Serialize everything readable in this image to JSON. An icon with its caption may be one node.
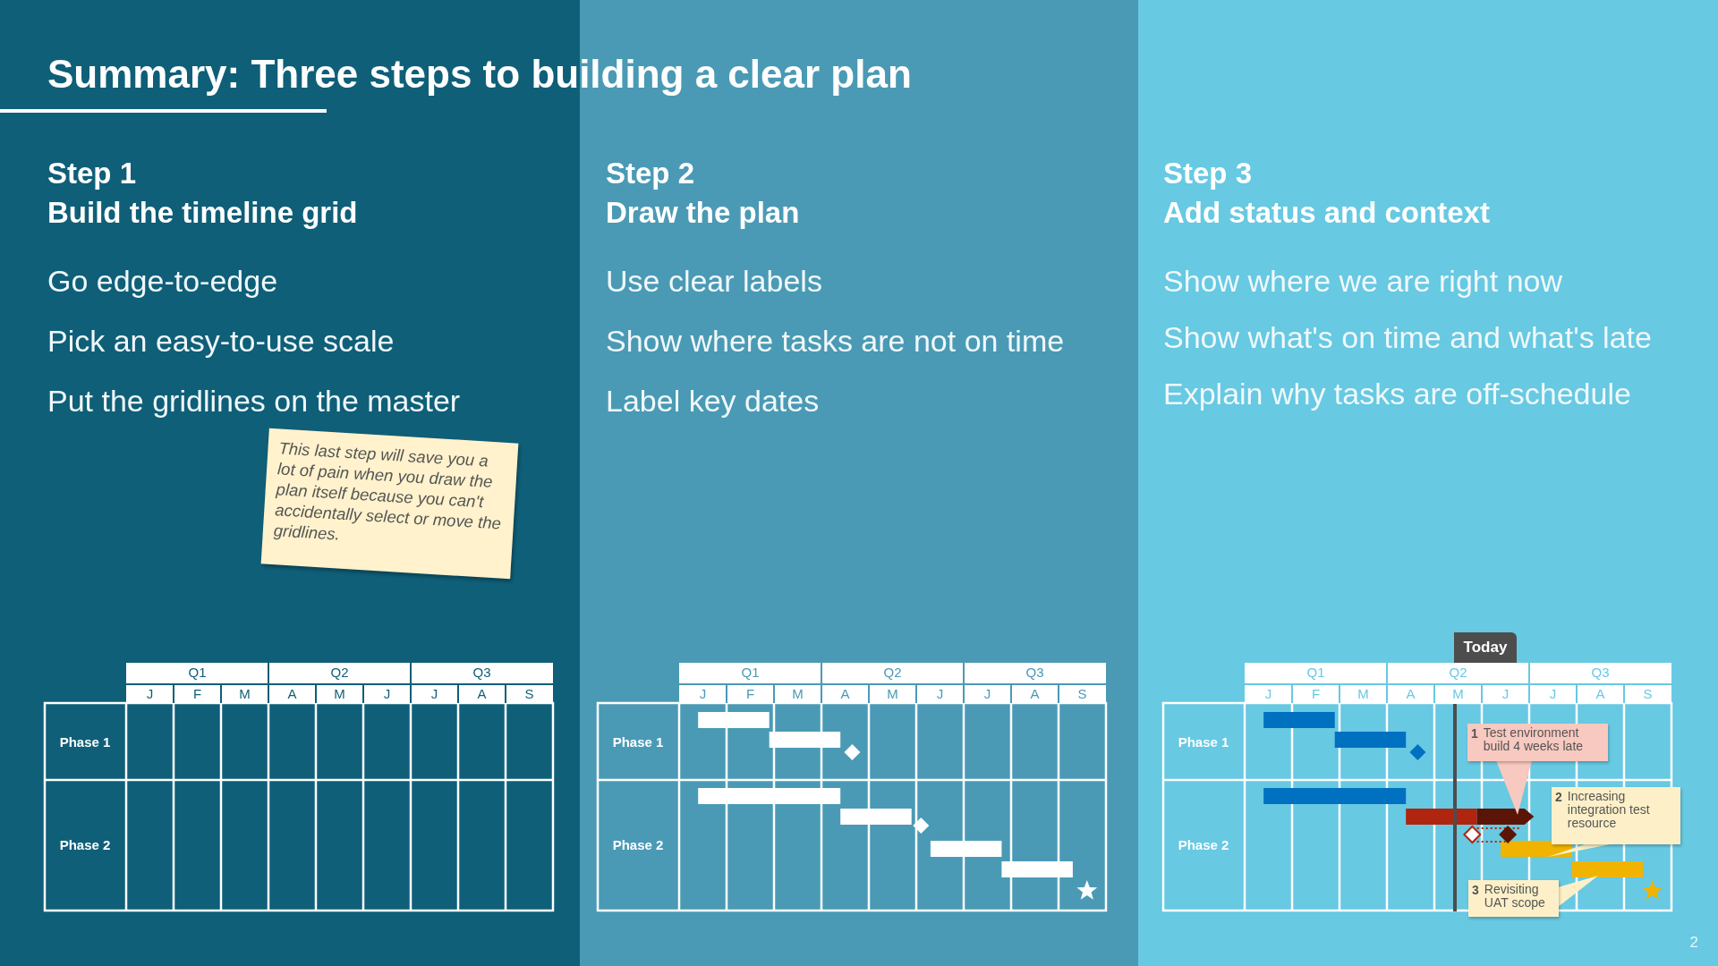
{
  "diagram": {
    "title": "Summary: Three steps to building a clear plan",
    "nodes": [
      {
        "text": [
          "Step 1",
          "Build the timeline grid",
          "Go edge-to-edge",
          "Pick an easy-to-use scale",
          "Put the gridlines on the master"
        ]
      },
      {
        "text": [
          "This last step will save you a lot of pain when you draw the plan itself because you can't accidentally select or move the gridlines."
        ],
        "in": 0
      },
      {
        "text": [
          "Q1",
          "Q2",
          "Q3",
          "J",
          "F",
          "M",
          "A",
          "M",
          "J",
          "J",
          "A",
          "S",
          "Phase 1",
          "Phase 2"
        ],
        "in": 0
      },
      {
        "text": [
          "Step 2",
          "Draw the plan",
          "Use clear labels",
          "Show where tasks are not on time",
          "Label key dates"
        ]
      },
      {
        "text": [
          "Q1",
          "Q2",
          "Q3",
          "J",
          "F",
          "M",
          "A",
          "M",
          "J",
          "J",
          "A",
          "S",
          "Phase 1",
          "Phase 2"
        ],
        "in": 3
      },
      {
        "text": [
          "Step 3",
          "Add status and context",
          "Show where we are right now",
          "Show what's on time and what's late",
          "Explain why tasks are off-schedule"
        ]
      },
      {
        "text": [
          "Q1",
          "Q2",
          "Q3",
          "J",
          "F",
          "M",
          "A",
          "M",
          "J",
          "J",
          "A",
          "S",
          "Phase 1",
          "Phase 2"
        ],
        "in": 5
      },
      {
        "text": [
          "Today"
        ],
        "in": 5
      },
      {
        "text": [
          "1",
          "Test environment build 4 weeks late"
        ],
        "in": 6
      },
      {
        "text": [
          "2",
          "Increasing integration test resource"
        ],
        "in": 5
      },
      {
        "text": [
          "3",
          "Revisiting UAT scope"
        ],
        "in": 5
      }
    ],
    "labels": [
      "2"
    ]
  }
}
